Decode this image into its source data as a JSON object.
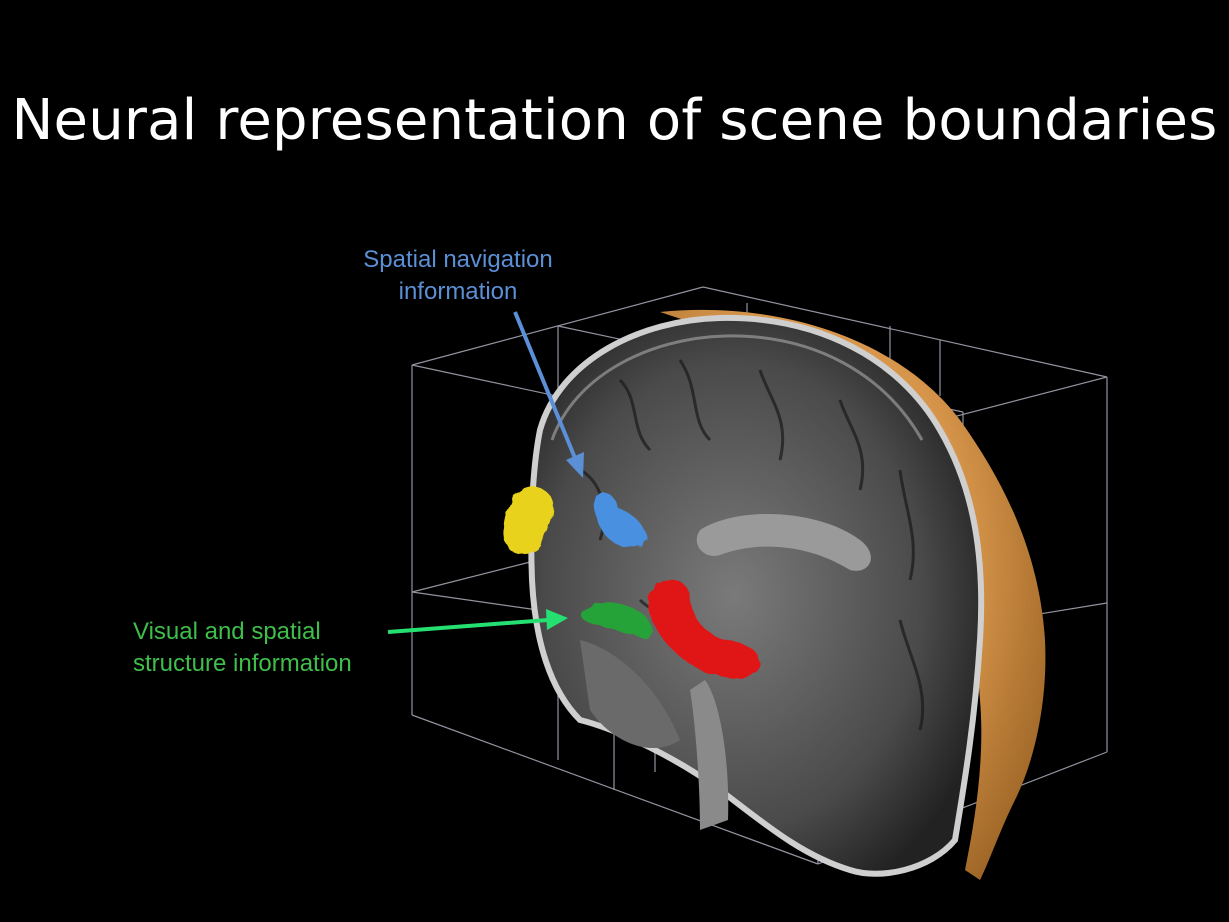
{
  "slide": {
    "title": "Neural representation of scene boundaries"
  },
  "annotations": {
    "spatial_navigation": {
      "line1": "Spatial navigation",
      "line2": "information",
      "color": "#5b8fd6"
    },
    "visual_spatial_structure": {
      "line1": "Visual and spatial",
      "line2": "structure information",
      "color": "#3fbf4a"
    }
  },
  "regions": {
    "yellow_color": "#e8d21e",
    "blue_color": "#4a90e0",
    "green_color": "#27a338",
    "red_color": "#e01818",
    "scalp_color": "#d6954a"
  },
  "colors": {
    "background": "#000000",
    "title": "#ffffff",
    "grid_lines": "#b8b8c8",
    "arrow_blue": "#5b8fd6",
    "arrow_green": "#25e070"
  }
}
